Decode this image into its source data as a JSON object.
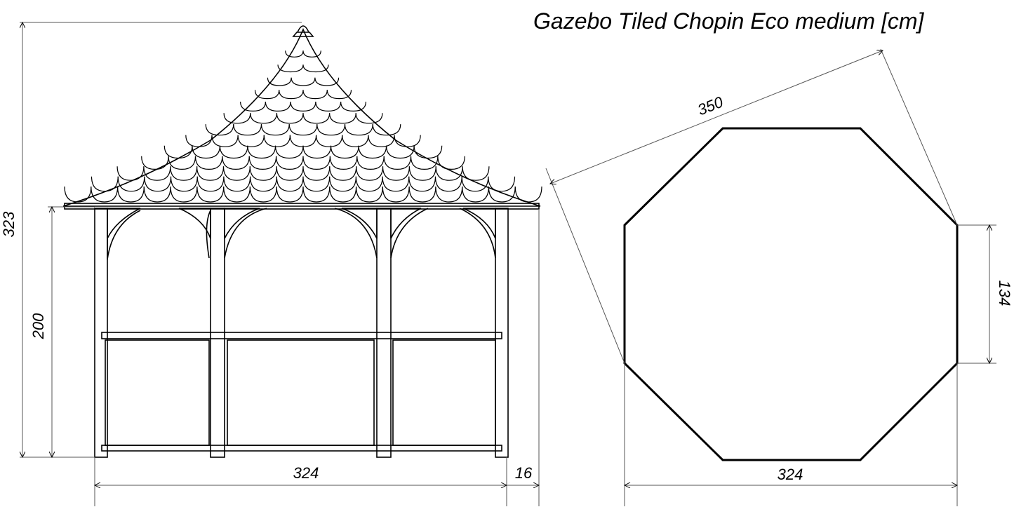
{
  "title": "Gazebo Tiled Chopin Eco medium [cm]",
  "dimensions": {
    "total_height": "323",
    "wall_height": "200",
    "front_width": "324",
    "overhang": "16",
    "diagonal": "350",
    "side_length": "134",
    "plan_width": "324"
  }
}
